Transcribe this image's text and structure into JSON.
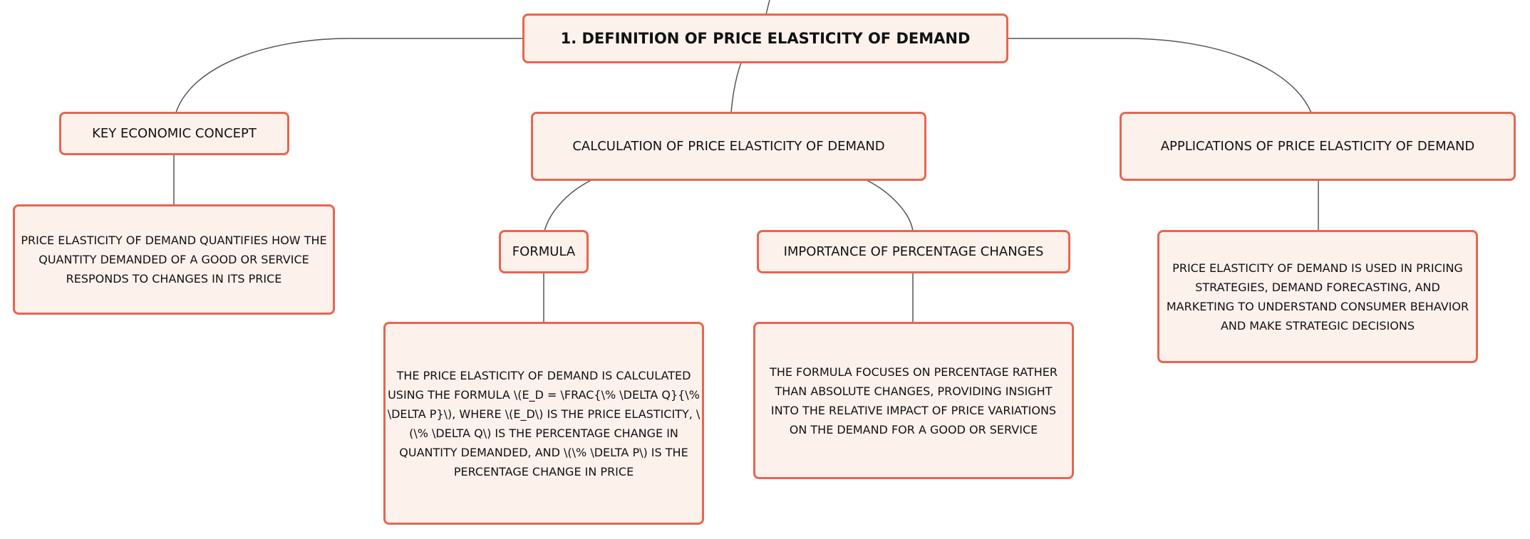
{
  "colors": {
    "node_border": "#e86550",
    "node_fill": "#fdf1ec",
    "connector": "#555555"
  },
  "root": {
    "label": "1. DEFINITION OF PRICE ELASTICITY OF DEMAND"
  },
  "branches": {
    "key_concept": {
      "label": "KEY ECONOMIC CONCEPT",
      "detail": "PRICE ELASTICITY OF DEMAND QUANTIFIES HOW THE QUANTITY DEMANDED OF A GOOD OR SERVICE RESPONDS TO CHANGES IN ITS PRICE"
    },
    "calculation": {
      "label": "CALCULATION OF PRICE ELASTICITY OF DEMAND",
      "formula": {
        "label": "FORMULA",
        "detail": "THE PRICE ELASTICITY OF DEMAND IS CALCULATED USING THE FORMULA \\(E_D = \\FRAC{\\% \\DELTA Q}{\\% \\DELTA P}\\), WHERE \\(E_D\\) IS THE PRICE ELASTICITY, \\(\\% \\DELTA Q\\) IS THE PERCENTAGE CHANGE IN QUANTITY DEMANDED, AND \\(\\% \\DELTA P\\) IS THE PERCENTAGE CHANGE IN PRICE"
      },
      "importance": {
        "label": "IMPORTANCE OF PERCENTAGE CHANGES",
        "detail": "THE FORMULA FOCUSES ON PERCENTAGE RATHER THAN ABSOLUTE CHANGES, PROVIDING INSIGHT INTO THE RELATIVE IMPACT OF PRICE VARIATIONS ON THE DEMAND FOR A GOOD OR SERVICE"
      }
    },
    "applications": {
      "label": "APPLICATIONS OF PRICE ELASTICITY OF DEMAND",
      "detail": "PRICE ELASTICITY OF DEMAND IS USED IN PRICING STRATEGIES, DEMAND FORECASTING, AND MARKETING TO UNDERSTAND CONSUMER BEHAVIOR AND MAKE STRATEGIC DECISIONS"
    }
  }
}
